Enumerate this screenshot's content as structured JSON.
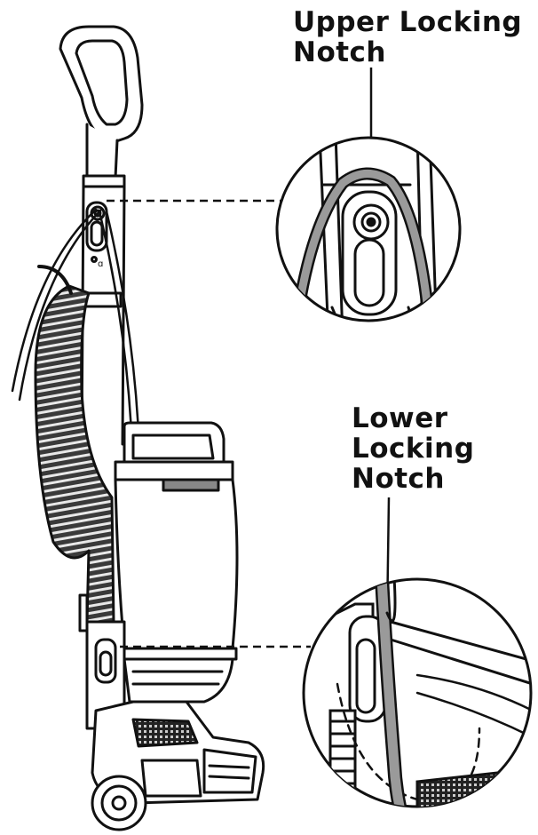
{
  "callouts": {
    "upper": {
      "text": "Upper Locking\nNotch"
    },
    "lower": {
      "text": "Lower\nLocking\nNotch"
    }
  },
  "illustration": {
    "subject": "upright-vacuum-cleaner",
    "style": "black-and-white line drawing",
    "ink_color": "#111111",
    "cord_fill": "#9a9a9a",
    "background": "#ffffff"
  }
}
